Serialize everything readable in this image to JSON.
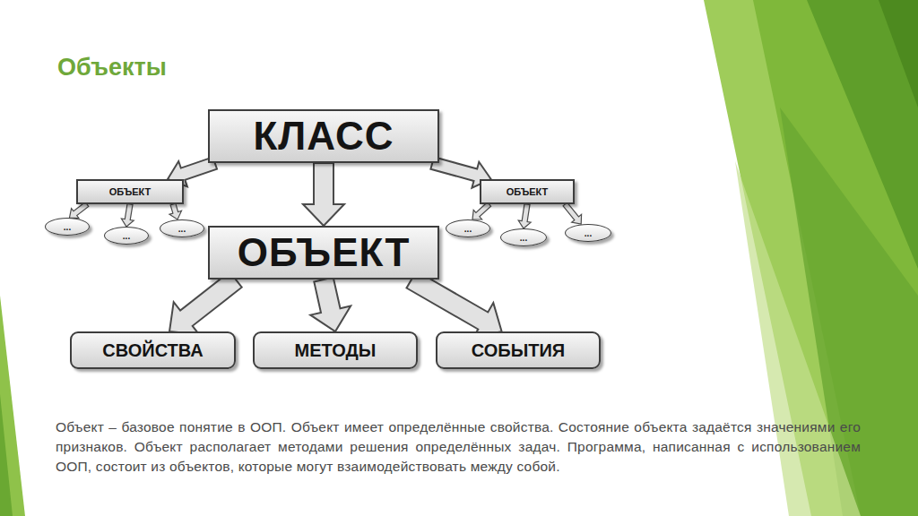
{
  "diagram": {
    "title": "Объекты",
    "caption": "Объект – базовое понятие в ООП. Объект имеет определённые свойства. Состояние объекта задаётся значениями его признаков. Объект располагает методами решения определённых задач. Программа, написанная с использованием ООП, состоит из объектов, которые могут взаимодействовать между собой.",
    "nodes": [
      {
        "text": [
          "КЛАСС"
        ]
      },
      {
        "text": [
          "ОБЪЕКТ"
        ]
      },
      {
        "text": [
          "ОБЪЕКТ"
        ]
      },
      {
        "text": [
          "ОБЪЕКТ"
        ]
      },
      {
        "text": [
          "..."
        ]
      },
      {
        "text": [
          "..."
        ]
      },
      {
        "text": [
          "..."
        ]
      },
      {
        "text": [
          "..."
        ]
      },
      {
        "text": [
          "..."
        ]
      },
      {
        "text": [
          "..."
        ]
      },
      {
        "text": [
          "СВОЙСТВА"
        ]
      },
      {
        "text": [
          "МЕТОДЫ"
        ]
      },
      {
        "text": [
          "СОБЫТИЯ"
        ]
      }
    ],
    "edges": [
      {
        "from": 0,
        "to": 1,
        "arrow": "to"
      },
      {
        "from": 0,
        "to": 2,
        "arrow": "to"
      },
      {
        "from": 0,
        "to": 3,
        "arrow": "to"
      },
      {
        "from": 1,
        "to": 4,
        "arrow": "to"
      },
      {
        "from": 1,
        "to": 5,
        "arrow": "to"
      },
      {
        "from": 1,
        "to": 6,
        "arrow": "to"
      },
      {
        "from": 3,
        "to": 7,
        "arrow": "to"
      },
      {
        "from": 3,
        "to": 8,
        "arrow": "to"
      },
      {
        "from": 3,
        "to": 9,
        "arrow": "to"
      },
      {
        "from": 2,
        "to": 10,
        "arrow": "to"
      },
      {
        "from": 2,
        "to": 11,
        "arrow": "to"
      },
      {
        "from": 2,
        "to": 12,
        "arrow": "to"
      }
    ]
  }
}
